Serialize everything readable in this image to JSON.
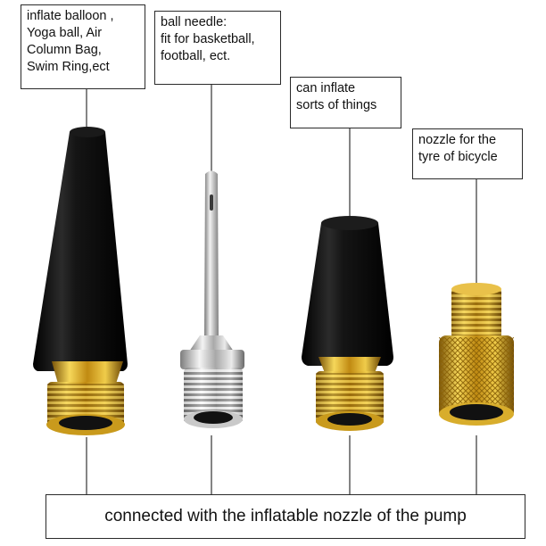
{
  "labels": {
    "balloon_nozzle": {
      "lines": [
        "inflate balloon ,",
        "Yoga ball, Air",
        "Column Bag,",
        "Swim Ring,ect"
      ]
    },
    "ball_needle": {
      "lines": [
        "ball needle:",
        "fit for basketball,",
        "football, ect."
      ]
    },
    "general_nozzle": {
      "lines": [
        "can inflate",
        "sorts of things"
      ]
    },
    "bicycle_nozzle": {
      "lines": [
        "nozzle for the",
        "tyre of bicycle"
      ]
    }
  },
  "caption": "connected with the inflatable nozzle of the pump",
  "colors": {
    "black_rubber": "#0a0a0a",
    "brass": "#d9a51f",
    "silver": "#c8c8c8",
    "outline": "#2a2a2a"
  },
  "icons": [
    "long-cone-nozzle-icon",
    "ball-needle-icon",
    "short-cone-nozzle-icon",
    "bicycle-adapter-icon"
  ]
}
